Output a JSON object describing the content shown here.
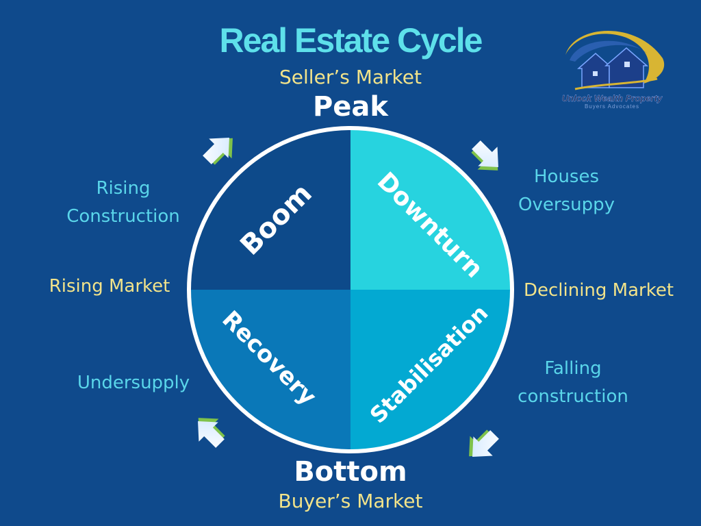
{
  "title": "Real Estate Cycle",
  "top_label": "Seller’s Market",
  "peak_label": "Peak",
  "bottom_label": "Bottom",
  "bottom_sublabel": "Buyer’s Market",
  "quadrants": {
    "boom": "Boom",
    "downturn": "Downturn",
    "recovery": "Recovery",
    "stabilisation": "Stabilisation"
  },
  "left_notes": {
    "rising_construction_1": "Rising",
    "rising_construction_2": "Construction",
    "rising_market": "Rising Market",
    "undersupply": "Undersupply"
  },
  "right_notes": {
    "houses_oversupply_1": "Houses",
    "houses_oversupply_2": "Oversuppy",
    "declining_market": "Declining Market",
    "falling_construction_1": "Falling",
    "falling_construction_2": "construction"
  },
  "logo": {
    "name": "Unlock Wealth Property",
    "tagline": "Buyers Advocates"
  },
  "colors": {
    "background": "#0f4a8c",
    "boom": "#0d4a8a",
    "downturn": "#27d3df",
    "recovery": "#0a78b8",
    "stabilisation": "#03a9d2",
    "title": "#5ee0ea",
    "market_text": "#f2e38a",
    "note_text": "#5ad6ea"
  }
}
